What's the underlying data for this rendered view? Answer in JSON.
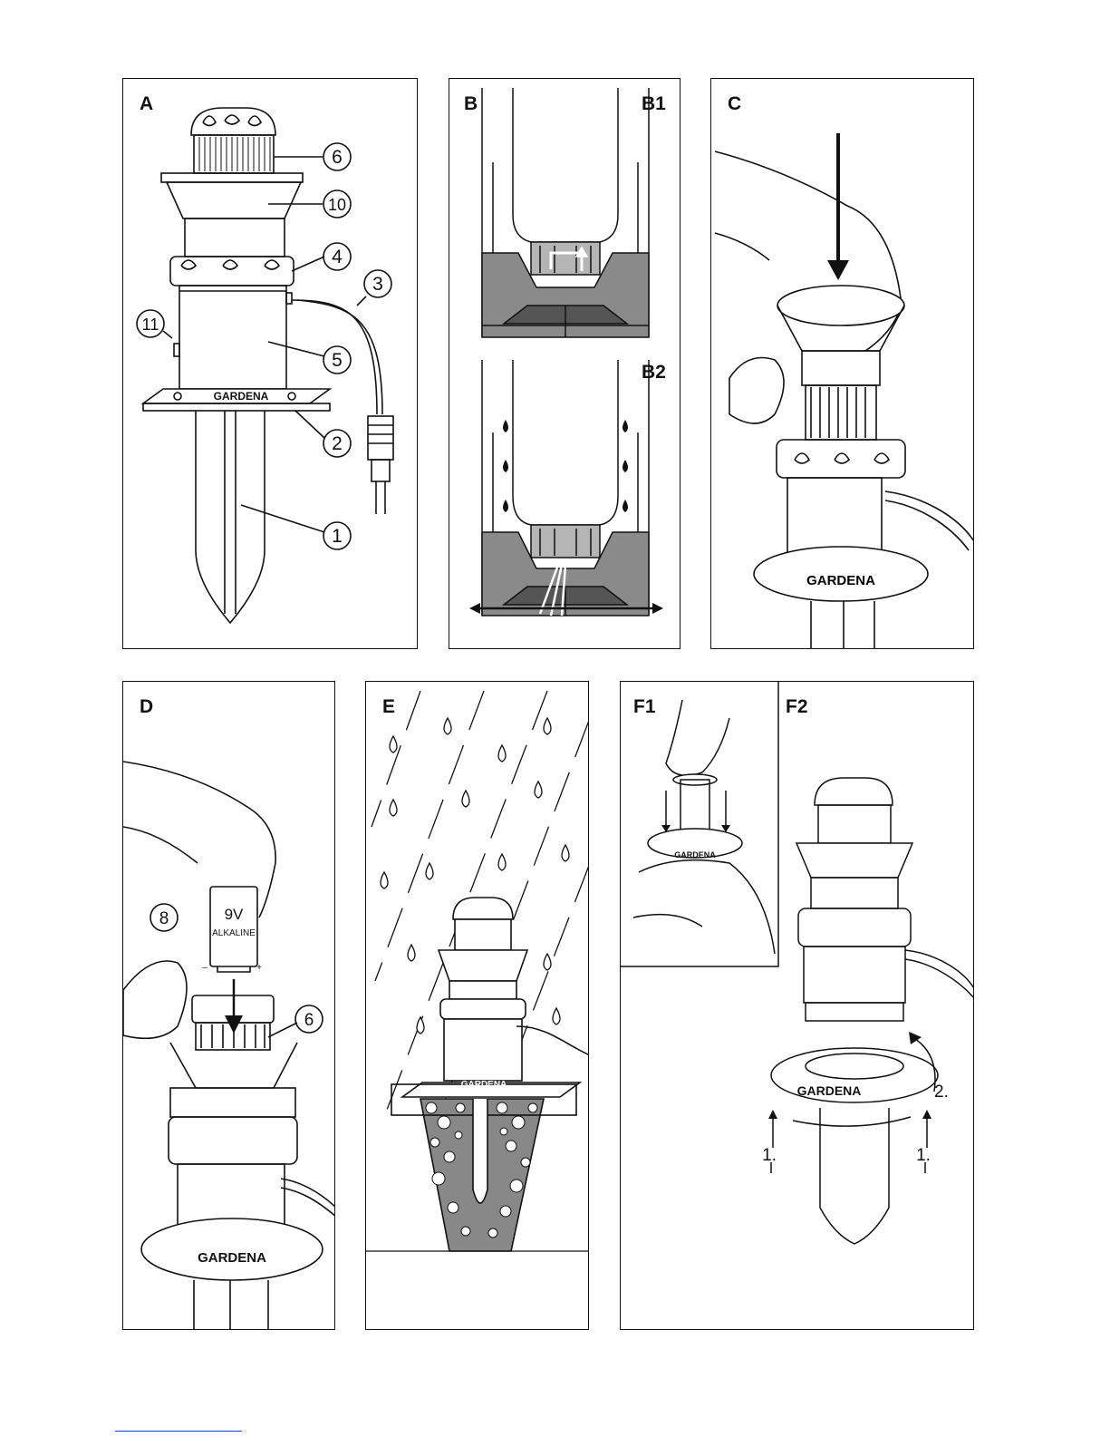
{
  "panels": {
    "A": {
      "label": "A",
      "callouts": [
        "6",
        "10",
        "4",
        "3",
        "11",
        "5",
        "2",
        "1"
      ],
      "brand": "GARDENA"
    },
    "B": {
      "label": "B",
      "sub1": "B1",
      "sub2": "B2"
    },
    "C": {
      "label": "C",
      "brand": "GARDENA"
    },
    "D": {
      "label": "D",
      "callout_cap": "8",
      "callout_sensor": "6",
      "battery_voltage": "9V",
      "battery_type": "ALKALINE",
      "minus": "–",
      "plus": "+",
      "brand": "GARDENA"
    },
    "E": {
      "label": "E",
      "brand": "GARDENA"
    },
    "F": {
      "sub1": "F1",
      "sub2": "F2",
      "brand": "GARDENA",
      "step1": "1.",
      "step2": "2."
    }
  },
  "colors": {
    "line": "#111111",
    "soil_dark": "#6b6b6b",
    "soil_mid": "#9a9a9a",
    "link": "#1a3cff"
  }
}
